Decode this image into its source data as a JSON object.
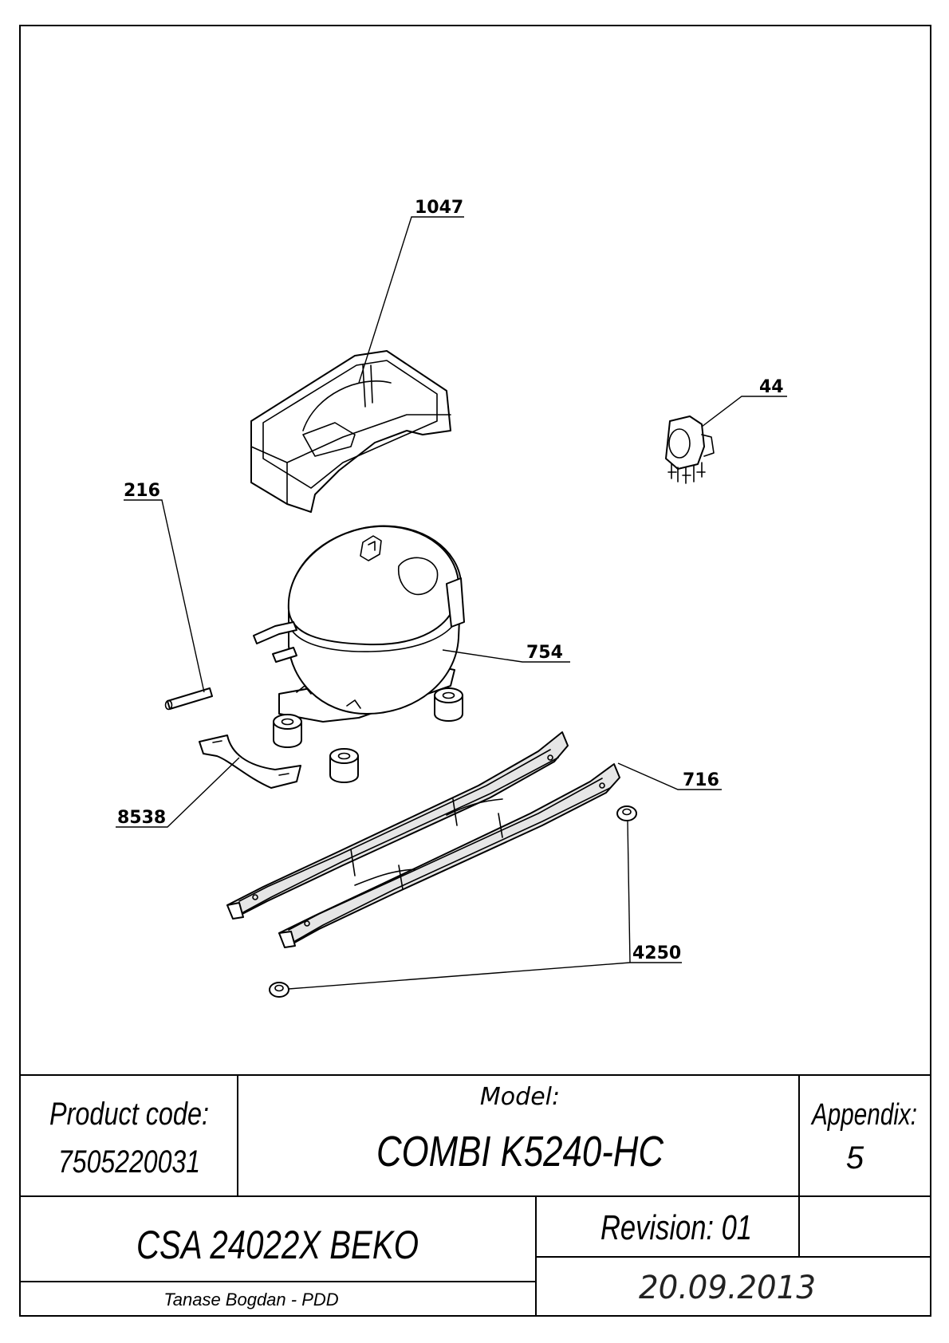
{
  "callouts": {
    "c1047": "1047",
    "c44": "44",
    "c216": "216",
    "c754": "754",
    "c716": "716",
    "c8538": "8538",
    "c4250": "4250"
  },
  "title_block": {
    "product_code_label": "Product code:",
    "product_code_value": "7505220031",
    "model_label": "Model:",
    "model_value": "COMBI K5240-HC",
    "appendix_label": "Appendix:",
    "appendix_value": "5",
    "part_name": "CSA 24022X BEKO",
    "revision": "Revision: 01",
    "author": "Tanase Bogdan - PDD",
    "date": "20.09.2013"
  }
}
